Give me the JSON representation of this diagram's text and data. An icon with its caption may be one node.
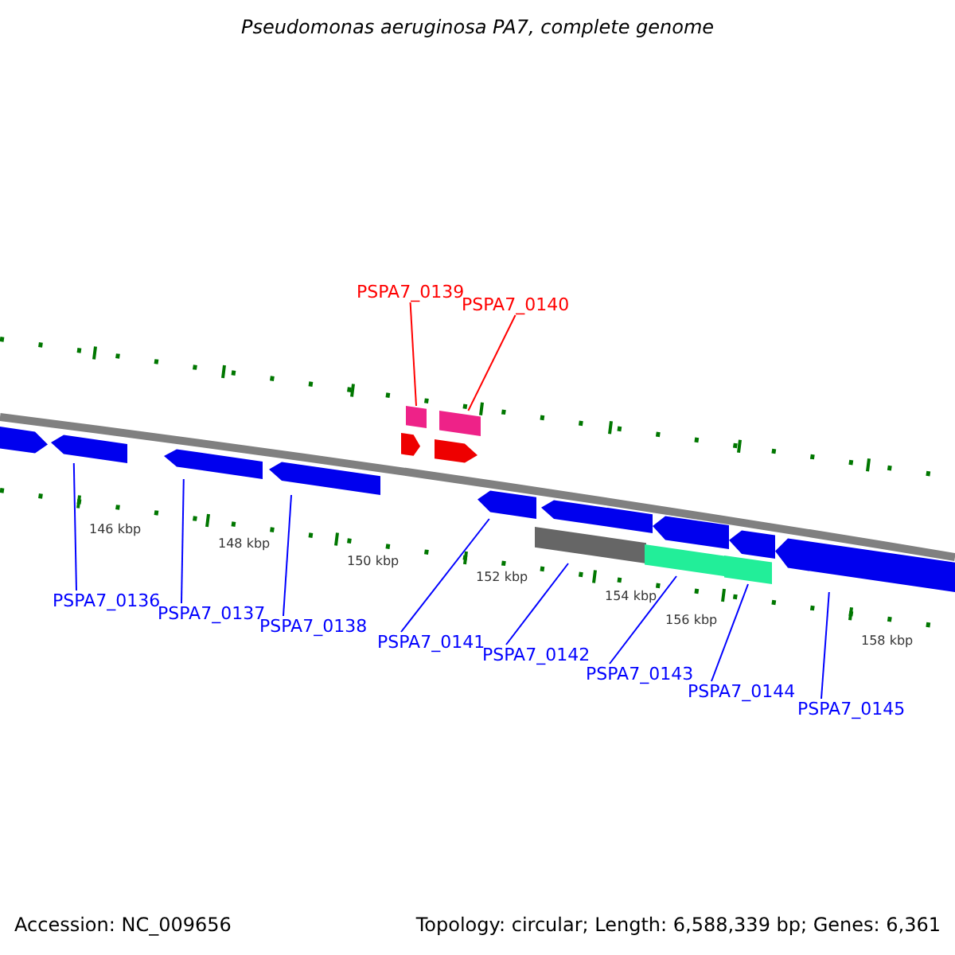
{
  "diagram": {
    "title": "Pseudomonas aeruginosa PA7, complete genome",
    "nodes": [
      {
        "text": [
          "PSPA7_0139"
        ]
      },
      {
        "text": [
          "PSPA7_0140"
        ]
      },
      {
        "text": [
          "PSPA7_0136"
        ]
      },
      {
        "text": [
          "PSPA7_0137"
        ]
      },
      {
        "text": [
          "PSPA7_0138"
        ]
      },
      {
        "text": [
          "PSPA7_0141"
        ]
      },
      {
        "text": [
          "PSPA7_0142"
        ]
      },
      {
        "text": [
          "PSPA7_0143"
        ]
      },
      {
        "text": [
          "PSPA7_0144"
        ]
      },
      {
        "text": [
          "PSPA7_0145"
        ]
      },
      {
        "text": [],
        "shape": "pentagon"
      },
      {
        "text": [],
        "shape": "pentagon"
      },
      {
        "text": [],
        "shape": "pentagon"
      },
      {
        "text": [],
        "shape": "pentagon"
      },
      {
        "text": [],
        "shape": "pentagon"
      },
      {
        "text": [],
        "shape": "bar"
      },
      {
        "text": [],
        "shape": "pentagon"
      },
      {
        "text": [],
        "shape": "bar"
      },
      {
        "text": [],
        "shape": "pentagon"
      },
      {
        "text": [],
        "shape": "bar"
      },
      {
        "text": [],
        "shape": "pentagon"
      },
      {
        "text": [],
        "shape": "bar"
      },
      {
        "text": [],
        "shape": "pentagon"
      },
      {
        "text": [],
        "shape": "bar"
      },
      {
        "text": [],
        "shape": "pentagon"
      },
      {
        "text": [],
        "shape": "pentagon"
      }
    ],
    "edges": [
      {
        "from": 0,
        "to": 15,
        "arrow": "none",
        "color": "#ff0000"
      },
      {
        "from": 1,
        "to": 17,
        "arrow": "none",
        "color": "#ff0000"
      },
      {
        "from": 2,
        "to": 11,
        "arrow": "none"
      },
      {
        "from": 3,
        "to": 12,
        "arrow": "none"
      },
      {
        "from": 4,
        "to": 13,
        "arrow": "none"
      },
      {
        "from": 5,
        "to": 18,
        "arrow": "none"
      },
      {
        "from": 6,
        "to": 19,
        "arrow": "none"
      },
      {
        "from": 7,
        "to": 21,
        "arrow": "none"
      },
      {
        "from": 8,
        "to": 23,
        "arrow": "none"
      },
      {
        "from": 9,
        "to": 25,
        "arrow": "none"
      }
    ],
    "labels": [
      "146 kbp",
      "148 kbp",
      "150 kbp",
      "152 kbp",
      "154 kbp",
      "156 kbp",
      "158 kbp",
      "Accession: NC_009656",
      "Topology: circular; Length: 6,588,339 bp; Genes: 6,361"
    ]
  }
}
